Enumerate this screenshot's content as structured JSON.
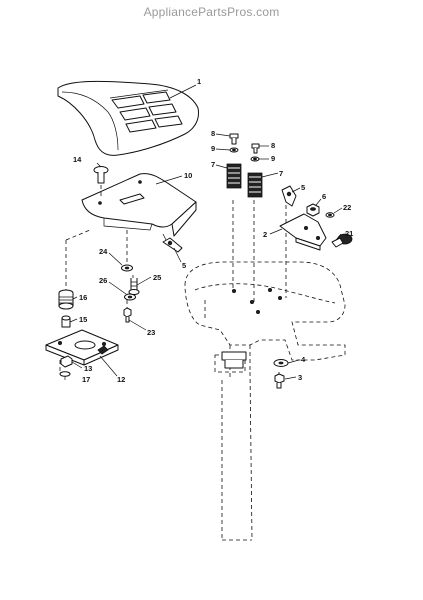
{
  "watermark": "AppliancePartsPros.com",
  "callouts": {
    "p1": "1",
    "p2": "2",
    "p3": "3",
    "p4": "4",
    "p5a": "5",
    "p5b": "5",
    "p6": "6",
    "p7a": "7",
    "p7b": "7",
    "p8a": "8",
    "p8b": "8",
    "p9a": "9",
    "p9b": "9",
    "p10": "10",
    "p12": "12",
    "p13": "13",
    "p14": "14",
    "p15": "15",
    "p16": "16",
    "p17": "17",
    "p21": "21",
    "p22": "22",
    "p23": "23",
    "p24": "24",
    "p25": "25",
    "p26": "26"
  }
}
